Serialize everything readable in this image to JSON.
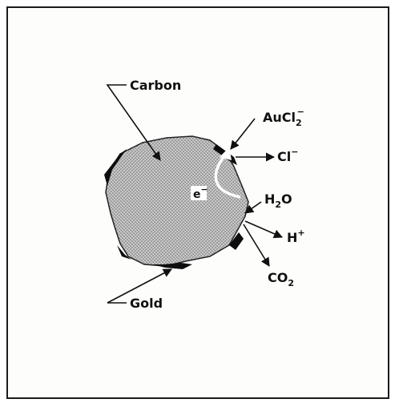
{
  "labels": {
    "carbon": "Carbon",
    "gold": "Gold",
    "aucl2": {
      "base": "AuCl",
      "sub": "2",
      "sup": "−"
    },
    "cl": {
      "base": "Cl",
      "sup": "−"
    },
    "h2o": {
      "pre": "H",
      "sub": "2",
      "post": "O"
    },
    "hplus": {
      "base": "H",
      "sup": "+"
    },
    "co2": {
      "pre": "CO",
      "sub": "2"
    },
    "electron": {
      "base": "e",
      "sup": "−"
    }
  },
  "colors": {
    "ink": "#111111",
    "particle_fill": "#b8b8b8",
    "gold_deposit": "#0d0d0d",
    "background": "#fdfdfb"
  }
}
